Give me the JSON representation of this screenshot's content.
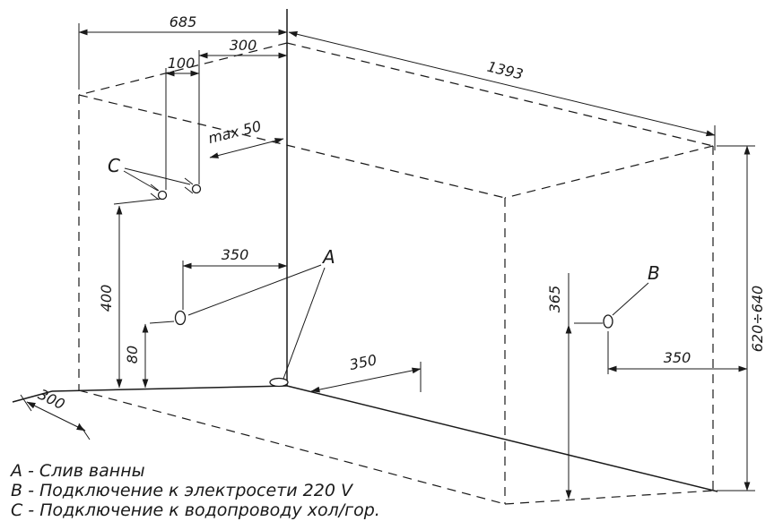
{
  "colors": {
    "line": "#1a1a1a",
    "background": "#ffffff"
  },
  "drawing": {
    "dims": {
      "top_width": "685",
      "top_300": "300",
      "top_100": "100",
      "length": "1393",
      "max50": "max 50",
      "h400": "400",
      "wall_350": "350",
      "h80": "80",
      "floor_300": "300",
      "floor_350": "350",
      "h365": "365",
      "right_350": "350",
      "height_range": "620÷640"
    },
    "callouts": {
      "a": "A",
      "b": "B",
      "c": "C"
    },
    "legend": {
      "a": "A - Слив ванны",
      "b": "B - Подключение к электросети 220 V",
      "c": "C - Подключение к водопроводу хол/гор."
    }
  }
}
